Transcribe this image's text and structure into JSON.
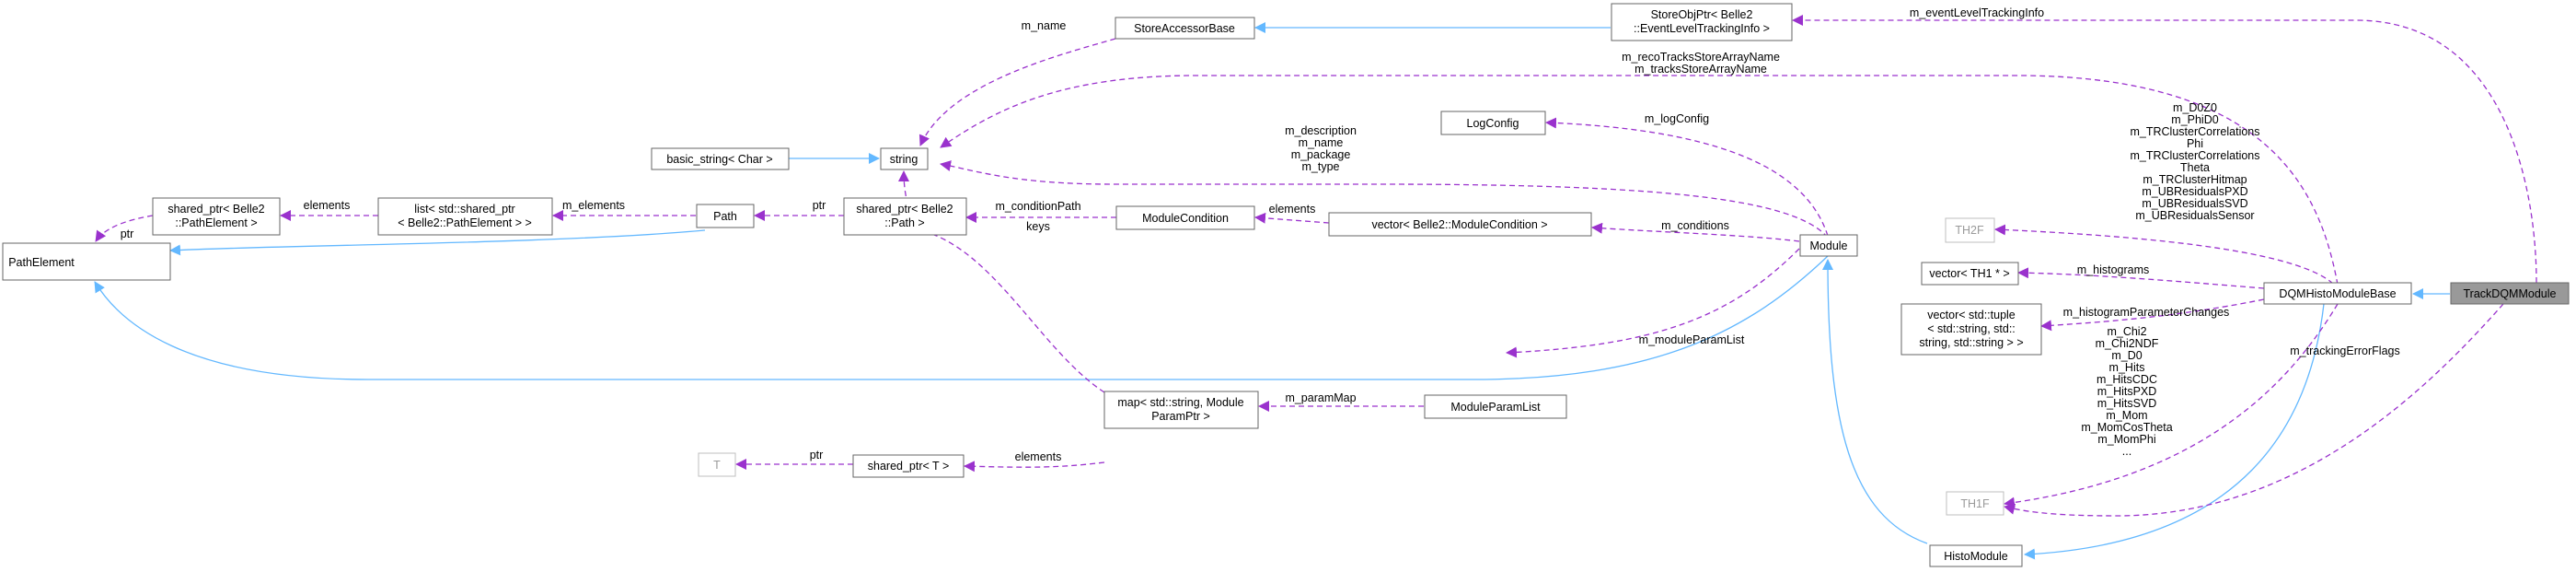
{
  "nodes": {
    "track_dqm": {
      "label_lines": [
        "TrackDQMModule"
      ]
    },
    "dqm_base": {
      "label_lines": [
        "DQMHistoModuleBase"
      ]
    },
    "histo_module": {
      "label_lines": [
        "HistoModule"
      ]
    },
    "module": {
      "label_lines": [
        "Module"
      ]
    },
    "path_element": {
      "label_lines": [
        "PathElement"
      ]
    },
    "shared_ptr_path_element": {
      "label_lines": [
        "shared_ptr< Belle2",
        "::PathElement >"
      ]
    },
    "list_shared_ptr": {
      "label_lines": [
        "list< std::shared_ptr",
        "< Belle2::PathElement > >"
      ]
    },
    "path": {
      "label_lines": [
        "Path"
      ]
    },
    "shared_ptr_path": {
      "label_lines": [
        "shared_ptr< Belle2",
        "::Path >"
      ]
    },
    "basic_string": {
      "label_lines": [
        "basic_string< Char >"
      ]
    },
    "string": {
      "label_lines": [
        "string"
      ]
    },
    "store_accessor_base": {
      "label_lines": [
        "StoreAccessorBase"
      ]
    },
    "store_obj_ptr": {
      "label_lines": [
        "StoreObjPtr< Belle2",
        "::EventLevelTrackingInfo >"
      ]
    },
    "log_config": {
      "label_lines": [
        "LogConfig"
      ]
    },
    "module_condition": {
      "label_lines": [
        "ModuleCondition"
      ]
    },
    "vector_module_condition": {
      "label_lines": [
        "vector< Belle2::ModuleCondition >"
      ]
    },
    "t": {
      "label_lines": [
        "T"
      ]
    },
    "shared_ptr_t": {
      "label_lines": [
        "shared_ptr< T >"
      ]
    },
    "map_param": {
      "label_lines": [
        "map< std::string, Module",
        "ParamPtr >"
      ]
    },
    "module_param_list": {
      "label_lines": [
        "ModuleParamList"
      ]
    },
    "th2f": {
      "label_lines": [
        "TH2F"
      ]
    },
    "vector_th1": {
      "label_lines": [
        "vector< TH1 * >"
      ]
    },
    "vector_tuple": {
      "label_lines": [
        "vector< std::tuple",
        "< std::string, std::",
        "string, std::string > >"
      ]
    },
    "th1f": {
      "label_lines": [
        "TH1F"
      ]
    }
  },
  "edges": {
    "store_obj_ptr_to_accessor": {},
    "basic_string_to_string": {},
    "module_to_path_element": {},
    "path_to_path_element": {},
    "histo_to_module": {},
    "dqm_base_to_histo": {},
    "track_to_dqm_base": {},
    "event_level_tracking": {
      "label_lines": [
        "m_eventLevelTrackingInfo"
      ]
    },
    "reco_tracks_names": {
      "label_lines": [
        "m_recoTracksStoreArrayName",
        "m_tracksStoreArrayName"
      ]
    },
    "accessor_name": {
      "label_lines": [
        "m_name"
      ]
    },
    "module_strings": {
      "label_lines": [
        "m_description",
        "m_name",
        "m_package",
        "m_type"
      ]
    },
    "map_keys": {
      "label_lines": [
        "keys"
      ]
    },
    "log_config": {
      "label_lines": [
        "m_logConfig"
      ]
    },
    "condition_path": {
      "label_lines": [
        "m_conditionPath"
      ]
    },
    "condition_elements": {
      "label_lines": [
        "elements"
      ]
    },
    "conditions": {
      "label_lines": [
        "m_conditions"
      ]
    },
    "path_ptr": {
      "label_lines": [
        "ptr"
      ]
    },
    "path_elements": {
      "label_lines": [
        "m_elements"
      ]
    },
    "list_elements": {
      "label_lines": [
        "elements"
      ]
    },
    "path_element_ptr": {
      "label_lines": [
        "ptr"
      ]
    },
    "t_ptr": {
      "label_lines": [
        "ptr"
      ]
    },
    "map_elements": {
      "label_lines": [
        "elements"
      ]
    },
    "param_map": {
      "label_lines": [
        "m_paramMap"
      ]
    },
    "module_param_list": {
      "label_lines": [
        "m_moduleParamList"
      ]
    },
    "th2f_members": {
      "label_lines": [
        "m_D0Z0",
        "m_PhiD0",
        "m_TRClusterCorrelations",
        "Phi",
        "m_TRClusterCorrelations",
        "Theta",
        "m_TRClusterHitmap",
        "m_UBResidualsPXD",
        "m_UBResidualsSVD",
        "m_UBResidualsSensor"
      ]
    },
    "histograms": {
      "label_lines": [
        "m_histograms"
      ]
    },
    "histogram_param_changes": {
      "label_lines": [
        "m_histogramParameterChanges"
      ]
    },
    "th1f_members": {
      "label_lines": [
        "m_Chi2",
        "m_Chi2NDF",
        "m_D0",
        "m_Hits",
        "m_HitsCDC",
        "m_HitsPXD",
        "m_HitsSVD",
        "m_Mom",
        "m_MomCosTheta",
        "m_MomPhi",
        "..."
      ]
    },
    "tracking_error_flags": {
      "label_lines": [
        "m_trackingErrorFlags"
      ]
    }
  }
}
